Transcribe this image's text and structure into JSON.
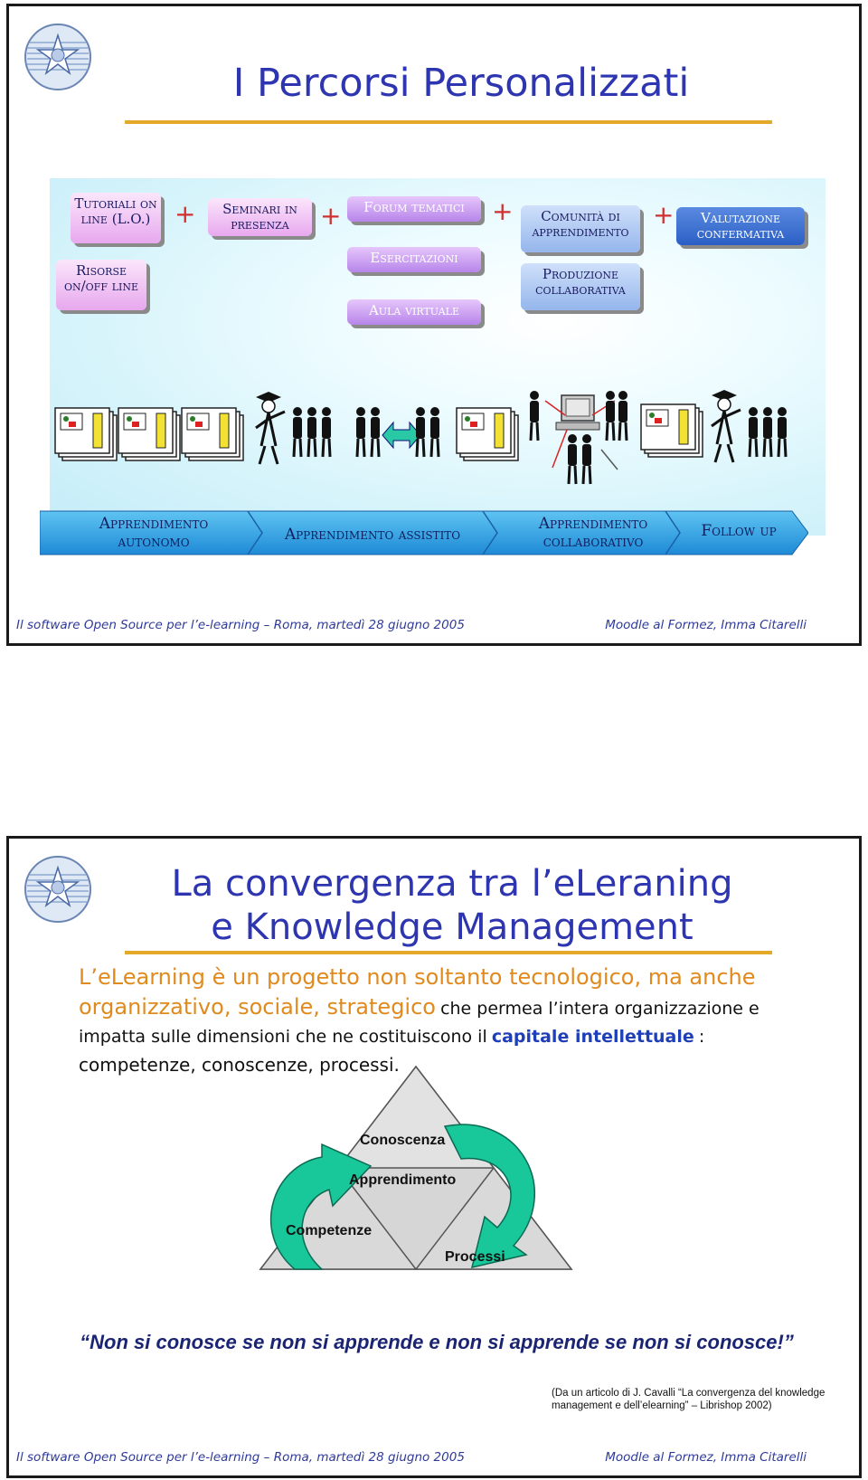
{
  "slide1": {
    "title": "I Percorsi Personalizzati",
    "boxes": {
      "tutoriali": "Tutoriali on line (L.O.)",
      "risorse": "Risorse on/off line",
      "seminari": "Seminari in presenza",
      "forum": "Forum tematici",
      "esercitazioni": "Esercitazioni",
      "aula": "Aula virtuale",
      "comunita": "Comunità di apprendimento",
      "produzione": "Produzione collaborativa",
      "valutazione": "Valutazione confermativa"
    },
    "plus_sign": "+",
    "banner": {
      "seg1": "Apprendimento autonomo",
      "seg2": "Apprendimento assistito",
      "seg3": "Apprendimento collaborativo",
      "seg4": "Follow up"
    },
    "footer_left": "Il software Open Source per l’e-learning – Roma, martedì 28 giugno 2005",
    "footer_right": "Moodle al Formez, Imma Citarelli"
  },
  "slide2": {
    "title_line1": "La convergenza tra l’eLeraning",
    "title_line2": "e Knowledge Management",
    "para_orange": "L’eLearning è un progetto non soltanto tecnologico, ma anche organizzativo, sociale, strategico",
    "para_dark1": "che permea l’intera organizzazione e impatta sulle dimensioni che ne costituiscono il",
    "para_bold": "capitale intellettuale",
    "para_dark2": ":",
    "para_line3": "competenze, conoscenze, processi.",
    "diagram": {
      "conoscenza": "Conoscenza",
      "apprendimento": "Apprendimento",
      "competenze": "Competenze",
      "processi": "Processi"
    },
    "quote": "“Non si conosce se non si apprende e non si apprende se non si conosce!”",
    "citation": "(Da un articolo di J. Cavalli “La convergenza del knowledge management e dell’elearning” – Librishop 2002)",
    "footer_left": "Il software Open Source per l’e-learning – Roma, martedì 28 giugno 2005",
    "footer_right": "Moodle al Formez, Imma Citarelli"
  },
  "colors": {
    "title": "#2e35b0",
    "rule": "#e5a92a",
    "accent_orange": "#e08a1e",
    "arrow_green": "#18c79a"
  },
  "icons": [
    "emblem-logo-icon",
    "document-stack-icon",
    "teacher-figure-icon",
    "student-figure-icon",
    "double-arrow-icon",
    "computer-icon",
    "cycle-arrow-icon"
  ]
}
